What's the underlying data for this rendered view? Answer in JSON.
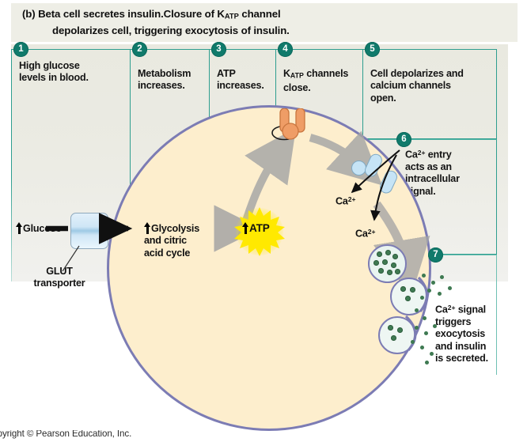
{
  "caption": {
    "label": "(b)",
    "line1_a": "Beta cell secretes insulin.",
    "line1_b": "Closure of K",
    "line1_sub": "ATP",
    "line1_c": " channel",
    "line2": "depolarizes cell, triggering exocytosis of insulin."
  },
  "steps": [
    {
      "num": "1",
      "text_lines": [
        "High glucose",
        "levels in blood."
      ]
    },
    {
      "num": "2",
      "text_lines": [
        "Metabolism",
        "increases."
      ]
    },
    {
      "num": "3",
      "text_lines": [
        "ATP",
        "increases."
      ]
    },
    {
      "num": "4",
      "text_lines": [
        "K",
        "ATP",
        " channels",
        "close."
      ]
    },
    {
      "num": "5",
      "text_lines": [
        "Cell depolarizes and",
        "calcium channels",
        "open."
      ]
    },
    {
      "num": "6",
      "text_lines": [
        "Ca",
        "2+",
        " entry",
        "acts as an",
        "intracellular",
        "signal."
      ]
    },
    {
      "num": "7",
      "text_lines": [
        "Ca",
        "2+",
        " signal",
        "triggers",
        "exocytosis",
        "and insulin",
        "is secreted."
      ]
    }
  ],
  "labels": {
    "glucose": "Glucose",
    "glut_line1": "GLUT",
    "glut_line2": "transporter",
    "glycolysis_line1": "Glycolysis",
    "glycolysis_line2": "and citric",
    "glycolysis_line3": "acid cycle",
    "atp": "ATP",
    "calcium_1_base": "Ca",
    "calcium_1_sup": "2+",
    "calcium_2_base": "Ca",
    "calcium_2_sup": "2+"
  },
  "icons": {
    "katp_channel": "katp-channel-icon",
    "calcium_channel": "calcium-channel-icon",
    "glut_transporter": "glut-transporter-icon",
    "atp_burst": "atp-burst-icon",
    "insulin_vesicle": "insulin-vesicle-icon"
  },
  "colors": {
    "step_border": "#2e9e8f",
    "step_badge": "#107a6b",
    "cell_membrane": "#7c7cb4",
    "cytoplasm": "#fdeecd",
    "panel_bg": "#eeeee6",
    "katp_channel": "#ef9d66",
    "calcium_channel": "#c6e4f6",
    "granule": "#3f7a52",
    "atp_burst": "#ffe900"
  },
  "footer": {
    "text": "Copyright © Pearson Education, Inc."
  }
}
